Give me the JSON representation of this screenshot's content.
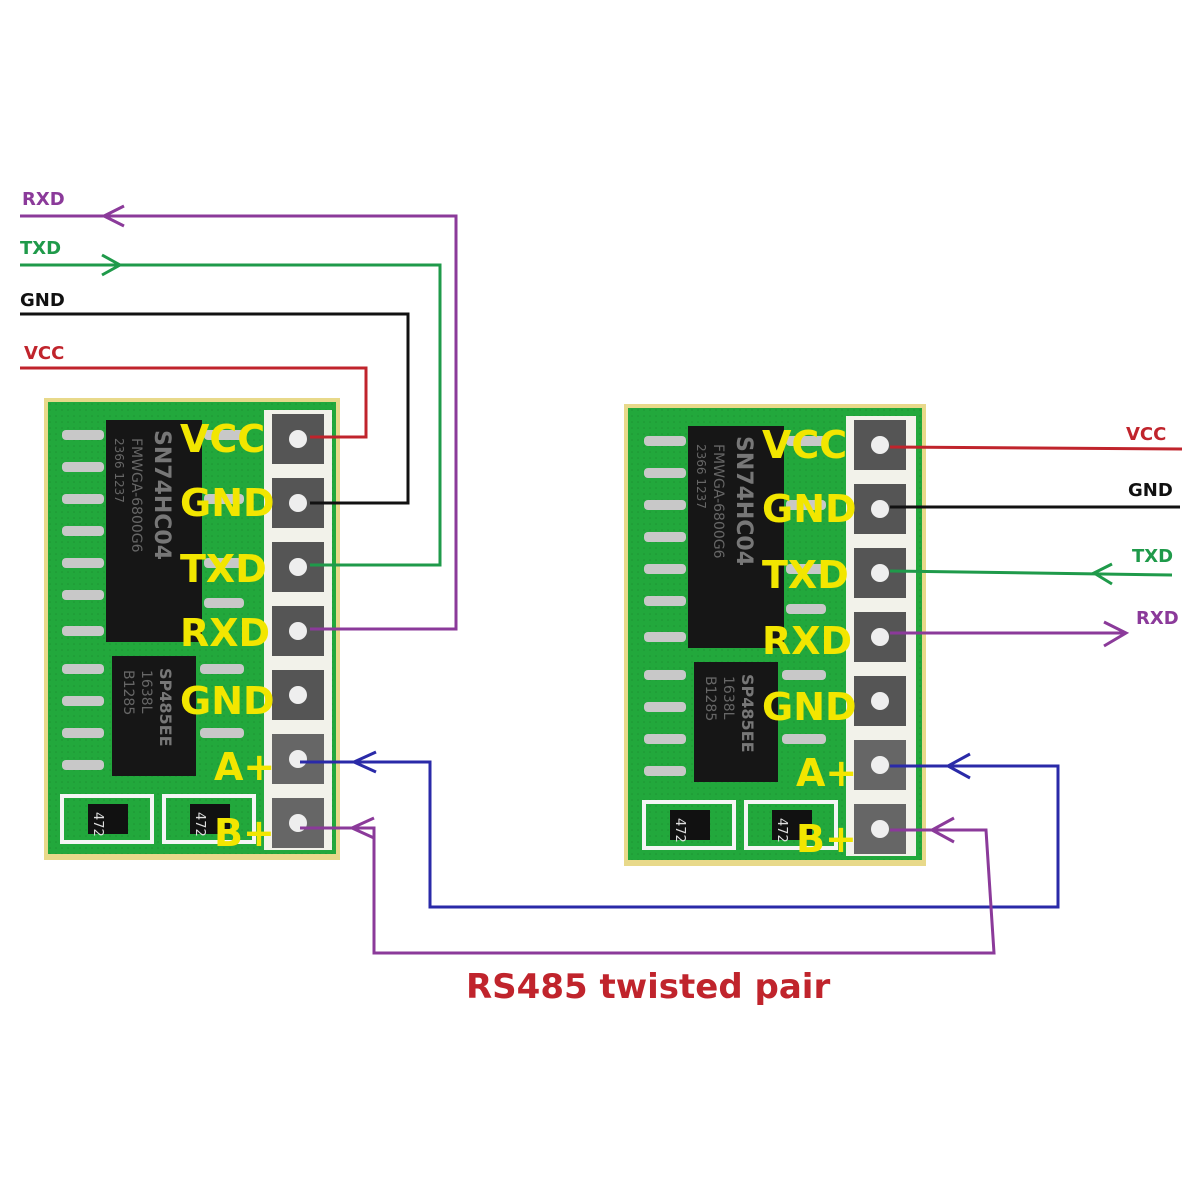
{
  "colors": {
    "rxd": "#8b3a9a",
    "txd": "#1f9a4a",
    "gnd": "#111111",
    "vcc": "#c0242c",
    "a_line": "#2a2aa8",
    "b_line": "#8b3a9a",
    "caption": "#c0242c",
    "pin_label": "#f2e600",
    "pcb": "#1fa83a",
    "ic": "#161616"
  },
  "left_wires": {
    "rxd": "RXD",
    "txd": "TXD",
    "gnd": "GND",
    "vcc": "VCC"
  },
  "right_wires": {
    "vcc": "VCC",
    "gnd": "GND",
    "txd": "TXD",
    "rxd": "RXD"
  },
  "left_board": {
    "pins": [
      "VCC",
      "GND",
      "TXD",
      "RXD",
      "GND",
      "A+",
      "B+"
    ],
    "ic1_text": "SN74HC04",
    "ic1_sub": "FMWGA-6800G6",
    "ic1_code": "2366 1237",
    "ic2_text": "SP485EE",
    "ic2_sub": "1638L",
    "ic2_code": "B1285",
    "res1": "472",
    "res2": "472"
  },
  "right_board": {
    "pins": [
      "VCC",
      "GND",
      "TXD",
      "RXD",
      "GND",
      "A+",
      "B+"
    ],
    "ic1_text": "SN74HC04",
    "ic1_sub": "FMWGA-6800G6",
    "ic1_code": "2366 1237",
    "ic2_text": "SP485EE",
    "ic2_sub": "1638L",
    "ic2_code": "B1285",
    "res1": "472",
    "res2": "472"
  },
  "caption": "RS485 twisted pair"
}
